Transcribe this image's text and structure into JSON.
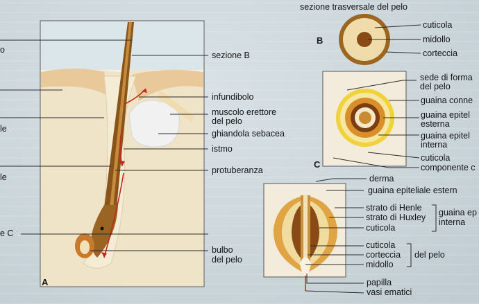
{
  "panel_a": {
    "letter": "A",
    "left_fragments": [
      "o",
      "",
      "le",
      "",
      "le",
      "e C"
    ],
    "labels": {
      "sezione_b": "sezione B",
      "infundibolo": "infundibolo",
      "muscolo": [
        "muscolo erettore",
        "del pelo"
      ],
      "ghiandola": "ghiandola sebacea",
      "istmo": "istmo",
      "protuberanza": "protuberanza",
      "bulbo": [
        "bulbo",
        "del pelo"
      ]
    }
  },
  "panel_b": {
    "letter": "B",
    "title": "sezione trasversale del pelo",
    "labels": [
      "cuticola",
      "midollo",
      "corteccia"
    ]
  },
  "panel_c": {
    "letter": "C",
    "labels": [
      "sede di forma",
      "del pelo",
      "guaina conne",
      "guaina epitel",
      "esterna",
      "guaina epitel",
      "interna",
      "cuticola",
      "componente c"
    ]
  },
  "panel_d": {
    "top_labels": [
      "derma",
      "guaina epiteliale estern"
    ],
    "henle": "strato di Henle",
    "huxley": "strato di Huxley",
    "cuticola_inner": "cuticola",
    "guaina_group": [
      "guaina ep",
      "interna"
    ],
    "pelo_items": [
      "cuticola",
      "corteccia",
      "midollo"
    ],
    "pelo_group": "del pelo",
    "bottom_labels": [
      "papilla",
      "vasi ematici"
    ]
  },
  "colors": {
    "hair_dark": "#7a4a12",
    "hair_mid": "#b07a2c",
    "skin_sand": "#e8d5b0",
    "epidermis": "#e9c89a",
    "gland": "#efefef",
    "arrow_red": "#c02a1a",
    "ring_yellow": "#f2d23a",
    "ring_orange": "#d9902a"
  }
}
